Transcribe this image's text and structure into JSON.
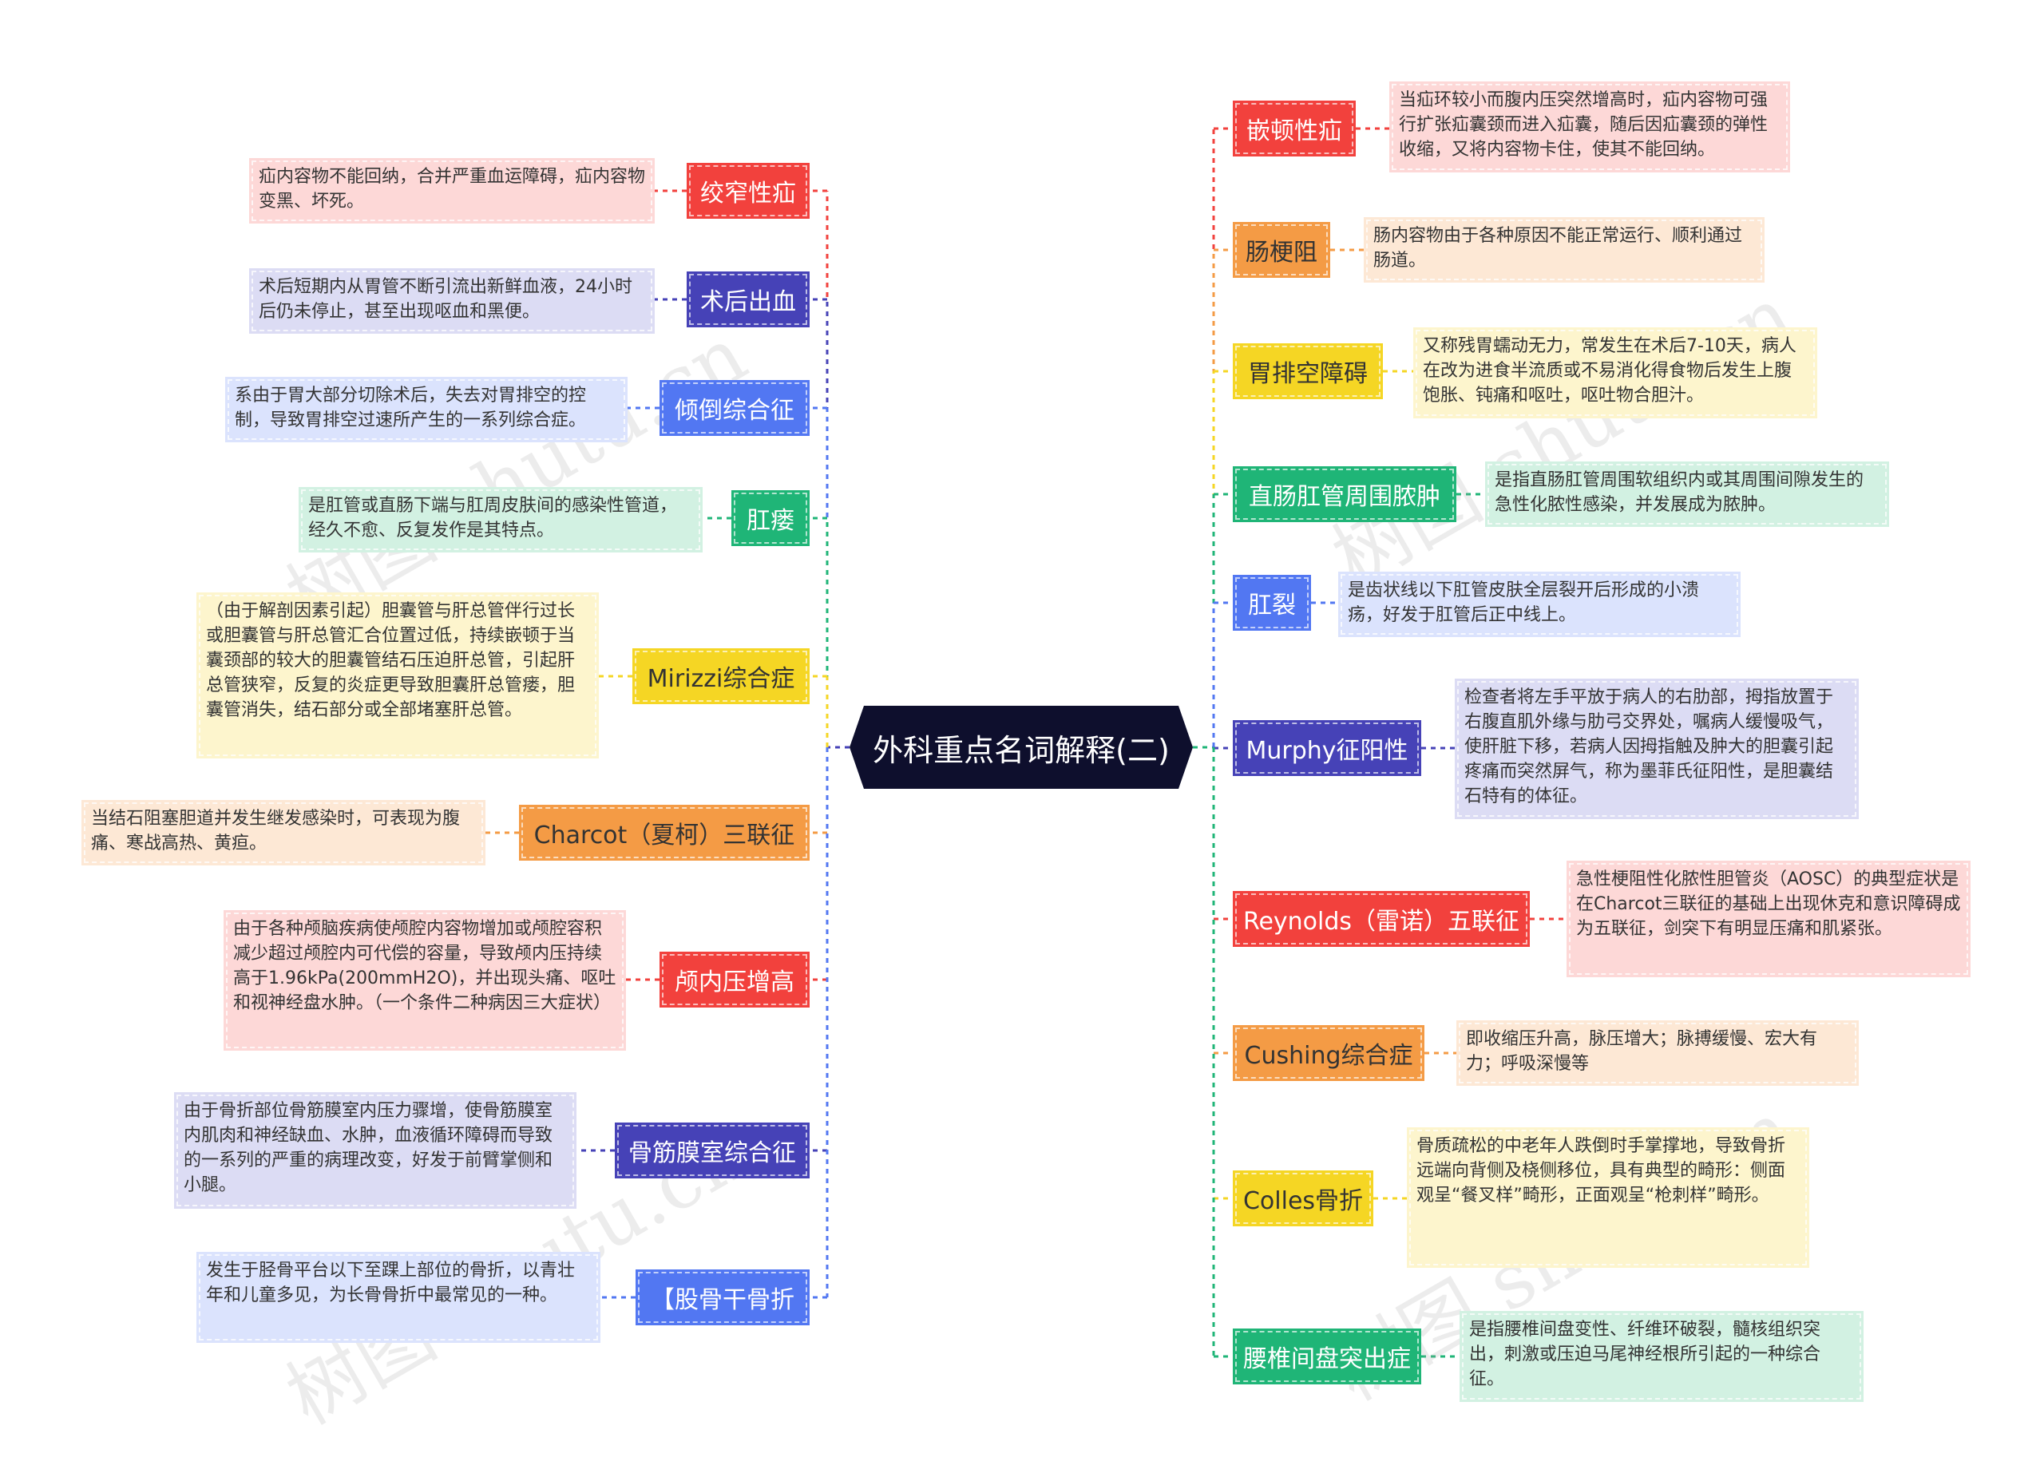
{
  "root": {
    "title": "外科重点名词解释(二)"
  },
  "watermark": "树图 shutu.cn",
  "colors": {
    "red": "#f2413d",
    "red_bg": "#fdd8d7",
    "indigo": "#4642b7",
    "indigo_bg": "#dcdcf4",
    "blue": "#5277f2",
    "blue_bg": "#dbe3fd",
    "green": "#1fb577",
    "green_bg": "#d2f1e2",
    "yellow": "#f5d624",
    "yellow_bg": "#fdf5cd",
    "orange": "#f49b45",
    "orange_bg": "#fde8d5",
    "root_bg": "#0e0f2d"
  },
  "left": [
    {
      "term": "绞窄性疝",
      "color": "red",
      "desc": "疝内容物不能回纳，合并严重血运障碍，疝内容物变黑、坏死。"
    },
    {
      "term": "术后出血",
      "color": "indigo",
      "desc": "术后短期内从胃管不断引流出新鲜血液，24小时后仍未停止，甚至出现呕血和黑便。"
    },
    {
      "term": "倾倒综合征",
      "color": "blue",
      "desc": "系由于胃大部分切除术后，失去对胃排空的控制，导致胃排空过速所产生的一系列综合症。"
    },
    {
      "term": "肛瘘",
      "color": "green",
      "desc": "是肛管或直肠下端与肛周皮肤间的感染性管道，经久不愈、反复发作是其特点。"
    },
    {
      "term": "Mirizzi综合症",
      "color": "yellow",
      "desc": "（由于解剖因素引起）胆囊管与肝总管伴行过长或胆囊管与肝总管汇合位置过低，持续嵌顿于当囊颈部的较大的胆囊管结石压迫肝总管，引起肝总管狭窄，反复的炎症更导致胆囊肝总管瘘，胆囊管消失，结石部分或全部堵塞肝总管。"
    },
    {
      "term": "Charcot（夏柯）三联征",
      "color": "orange",
      "desc": "当结石阻塞胆道并发生继发感染时，可表现为腹痛、寒战高热、黄疸。"
    },
    {
      "term": "颅内压增高",
      "color": "red",
      "desc": "由于各种颅脑疾病使颅腔内容物增加或颅腔容积减少超过颅腔内可代偿的容量，导致颅内压持续高于1.96kPa(200mmH2O)，并出现头痛、呕吐和视神经盘水肿。（一个条件二种病因三大症状）"
    },
    {
      "term": "骨筋膜室综合征",
      "color": "indigo",
      "desc": "由于骨折部位骨筋膜室内压力骤增，使骨筋膜室内肌肉和神经缺血、水肿，血液循环障碍而导致的一系列的严重的病理改变，好发于前臂掌侧和小腿。"
    },
    {
      "term": "【股骨干骨折",
      "color": "blue",
      "desc": "发生于胫骨平台以下至踝上部位的骨折，以青壮年和儿童多见，为长骨骨折中最常见的一种。"
    }
  ],
  "right": [
    {
      "term": "嵌顿性疝",
      "color": "red",
      "desc": "当疝环较小而腹内压突然增高时，疝内容物可强行扩张疝囊颈而进入疝囊，随后因疝囊颈的弹性收缩，又将内容物卡住，使其不能回纳。"
    },
    {
      "term": "肠梗阻",
      "color": "orange",
      "desc": "肠内容物由于各种原因不能正常运行、顺利通过肠道。"
    },
    {
      "term": "胃排空障碍",
      "color": "yellow",
      "desc": "又称残胃蠕动无力，常发生在术后7-10天，病人在改为进食半流质或不易消化得食物后发生上腹饱胀、钝痛和呕吐，呕吐物合胆汁。"
    },
    {
      "term": "直肠肛管周围脓肿",
      "color": "green",
      "desc": "是指直肠肛管周围软组织内或其周围间隙发生的急性化脓性感染，并发展成为脓肿。"
    },
    {
      "term": "肛裂",
      "color": "blue",
      "desc": "是齿状线以下肛管皮肤全层裂开后形成的小溃疡，好发于肛管后正中线上。"
    },
    {
      "term": "Murphy征阳性",
      "color": "indigo",
      "desc": "检查者将左手平放于病人的右肋部，拇指放置于右腹直肌外缘与肋弓交界处，嘱病人缓慢吸气，使肝脏下移，若病人因拇指触及肿大的胆囊引起疼痛而突然屏气，称为墨菲氏征阳性，是胆囊结石特有的体征。"
    },
    {
      "term": "Reynolds（雷诺）五联征",
      "color": "red",
      "desc": "急性梗阻性化脓性胆管炎（AOSC）的典型症状是在Charcot三联征的基础上出现休克和意识障碍成为五联征，剑突下有明显压痛和肌紧张。"
    },
    {
      "term": "Cushing综合症",
      "color": "orange",
      "desc": "即收缩压升高，脉压增大；脉搏缓慢、宏大有力；呼吸深慢等"
    },
    {
      "term": "Colles骨折",
      "color": "yellow",
      "desc": "骨质疏松的中老年人跌倒时手掌撑地，导致骨折远端向背侧及桡侧移位，具有典型的畸形：侧面观呈“餐叉样”畸形，正面观呈“枪刺样”畸形。"
    },
    {
      "term": "腰椎间盘突出症",
      "color": "green",
      "desc": "是指腰椎间盘变性、纤维环破裂，髓核组织突出，刺激或压迫马尾神经根所引起的一种综合征。"
    }
  ]
}
